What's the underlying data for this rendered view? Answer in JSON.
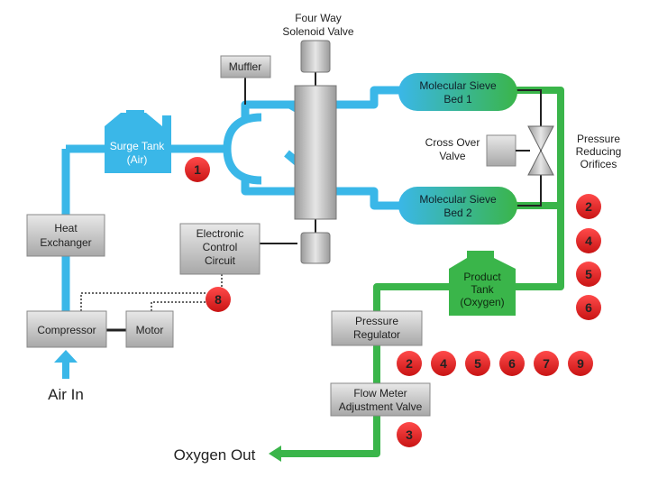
{
  "labels": {
    "four_way_l1": "Four Way",
    "four_way_l2": "Solenoid Valve",
    "muffler": "Muffler",
    "surge_l1": "Surge Tank",
    "surge_l2": "(Air)",
    "heat_l1": "Heat",
    "heat_l2": "Exchanger",
    "compressor": "Compressor",
    "motor": "Motor",
    "air_in": "Air In",
    "ecc_l1": "Electronic",
    "ecc_l2": "Control",
    "ecc_l3": "Circuit",
    "sieve1_l1": "Molecular Sieve",
    "sieve1_l2": "Bed 1",
    "sieve2_l1": "Molecular Sieve",
    "sieve2_l2": "Bed 2",
    "crossover_l1": "Cross Over",
    "crossover_l2": "Valve",
    "pro_l1": "Pressure",
    "pro_l2": "Reducing",
    "pro_l3": "Orifices",
    "product_l1": "Product",
    "product_l2": "Tank",
    "product_l3": "(Oxygen)",
    "regulator_l1": "Pressure",
    "regulator_l2": "Regulator",
    "flow_l1": "Flow Meter",
    "flow_l2": "Adjustment Valve",
    "oxygen_out": "Oxygen Out"
  },
  "markers": {
    "surge": "1",
    "ecc": "8",
    "orifice_col": [
      "2",
      "4",
      "5",
      "6"
    ],
    "regulator_row": [
      "2",
      "4",
      "5",
      "6",
      "7",
      "9"
    ],
    "flow": "3"
  },
  "colors": {
    "air_line": "#3ab7e8",
    "oxygen_line": "#3ab54a",
    "marker": "#e02020",
    "box_gray": "#bdbdbd"
  }
}
